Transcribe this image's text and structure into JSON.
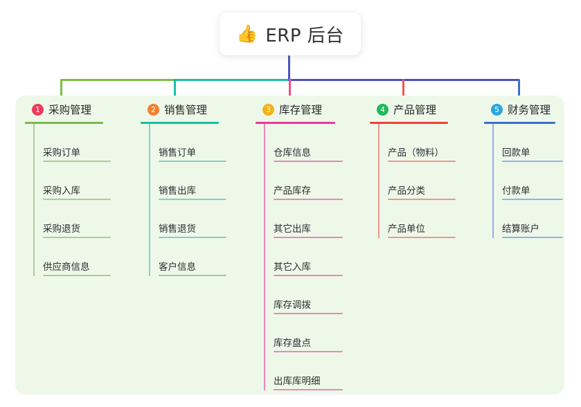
{
  "root": {
    "emoji": "👍",
    "emoji_name": "thumbs-up-icon",
    "title": "ERP 后台"
  },
  "colors": {
    "panel_bg": "#eef8e9",
    "page_bg": "#ffffff",
    "trunk": "#4a52c4",
    "connector_left": "#7ac143",
    "connector_mid": "#18bfa5",
    "connector_right": "#4a52c4"
  },
  "columns": [
    {
      "number": "1",
      "title": "采购管理",
      "badge_color": "#ec3a5a",
      "rule_color": "#7ab84f",
      "item_color": "#a9cf93",
      "drop_color": "#7ac143",
      "items": [
        "采购订单",
        "采购入库",
        "采购退货",
        "供应商信息"
      ]
    },
    {
      "number": "2",
      "title": "销售管理",
      "badge_color": "#f2802e",
      "rule_color": "#18bfa5",
      "item_color": "#86cfc4",
      "drop_color": "#18bfa5",
      "items": [
        "销售订单",
        "销售出库",
        "销售退货",
        "客户信息"
      ]
    },
    {
      "number": "3",
      "title": "库存管理",
      "badge_color": "#f5b216",
      "rule_color": "#e8399c",
      "item_color": "#e888b8",
      "drop_color": "#ef4d86",
      "items": [
        "仓库信息",
        "产品库存",
        "其它出库",
        "其它入库",
        "库存调拨",
        "库存盘点",
        "出库库明细"
      ]
    },
    {
      "number": "4",
      "title": "产品管理",
      "badge_color": "#1fb958",
      "rule_color": "#ef4040",
      "item_color": "#f09590",
      "drop_color": "#f2564f",
      "items": [
        "产品（物料）",
        "产品分类",
        "产品单位"
      ]
    },
    {
      "number": "5",
      "title": "财务管理",
      "badge_color": "#2aa6e0",
      "rule_color": "#3b6fd0",
      "item_color": "#8fb3e6",
      "drop_color": "#3b6fd0",
      "items": [
        "回款单",
        "付款单",
        "结算账户"
      ]
    }
  ]
}
